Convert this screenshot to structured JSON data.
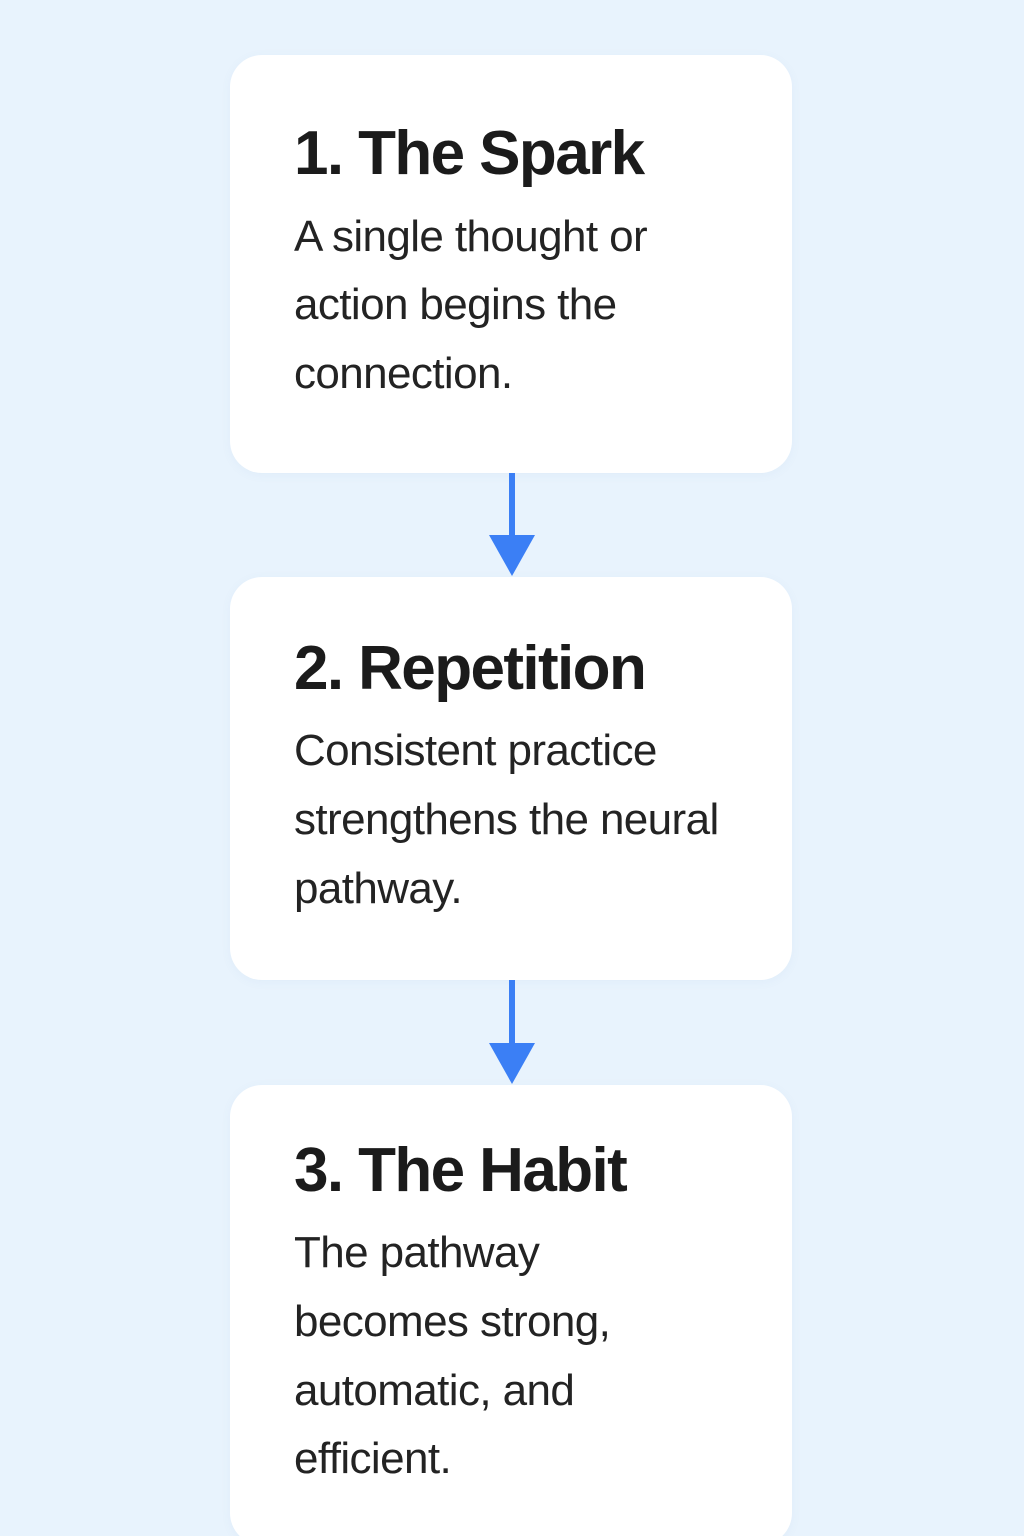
{
  "theme": {
    "background_color": "#e8f3fd",
    "card_color": "#ffffff",
    "accent_color": "#3b7ff5",
    "title_color": "#1b1b1b",
    "body_color": "#232323"
  },
  "diagram": {
    "type": "vertical-flow",
    "orientation": "top-to-bottom",
    "step_count": 3,
    "steps": [
      {
        "title": "1. The Spark",
        "description": "A single thought or action begins the connection."
      },
      {
        "title": "2. Repetition",
        "description": "Consistent practice strengthens the neural pathway."
      },
      {
        "title": "3. The Habit",
        "description": "The pathway becomes strong, automatic, and efficient."
      }
    ],
    "connectors": [
      {
        "name": "arrow-down-icon",
        "from": "1. The Spark",
        "to": "2. Repetition"
      },
      {
        "name": "arrow-down-icon",
        "from": "2. Repetition",
        "to": "3. The Habit"
      }
    ]
  }
}
